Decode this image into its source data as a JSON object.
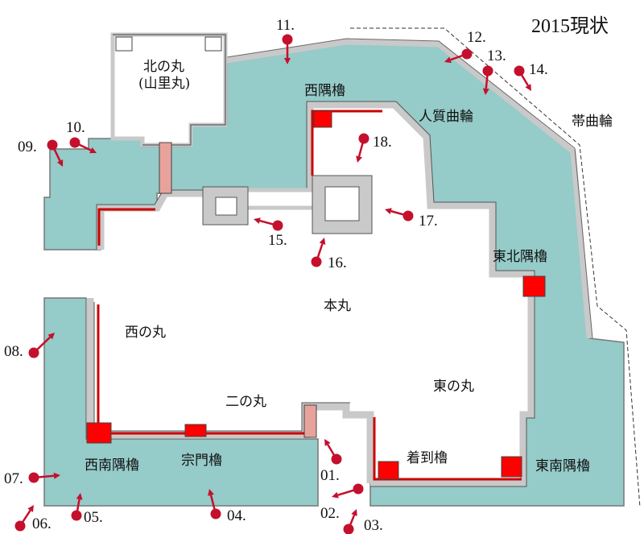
{
  "title": "2015現状",
  "colors": {
    "water": "#95cbc8",
    "wall": "#c9c9c9",
    "wall_edge": "#555555",
    "turret": "#ff0000",
    "gate": "#e8a29c",
    "marker": "#c4102c"
  },
  "areas": {
    "kitanomaru": "北の丸",
    "yamazatomaru": "(山里丸)",
    "honmaru": "本丸",
    "nishinomaru": "西の丸",
    "higashinomaru": "東の丸",
    "ninomaru": "二の丸",
    "hitojichi_kuruwa": "人質曲輪",
    "obi_kuruwa": "帯曲輪"
  },
  "turrets": {
    "nishi_sumi": "西隅櫓",
    "tohoku_sumi": "東北隅櫓",
    "seinan_sumi": "西南隅櫓",
    "shumon": "宗門櫓",
    "chakuto": "着到櫓",
    "tonan_sumi": "東南隅櫓"
  },
  "viewpoints": [
    "01.",
    "02.",
    "03.",
    "04.",
    "05.",
    "06.",
    "07.",
    "08.",
    "09.",
    "10.",
    "11.",
    "12.",
    "13.",
    "14.",
    "15.",
    "16.",
    "17.",
    "18."
  ]
}
